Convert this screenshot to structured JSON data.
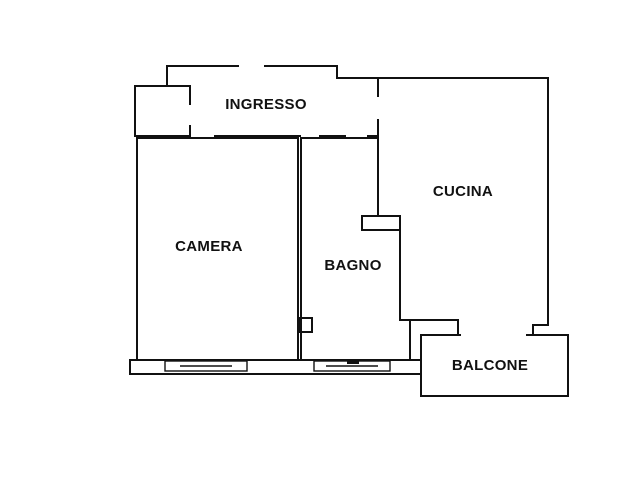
{
  "rooms": {
    "ingresso": "INGRESSO",
    "cucina": "CUCINA",
    "camera": "CAMERA",
    "bagno": "BAGNO",
    "balcone": "BALCONE"
  },
  "colors": {
    "wall": "#111111",
    "background": "#ffffff"
  }
}
